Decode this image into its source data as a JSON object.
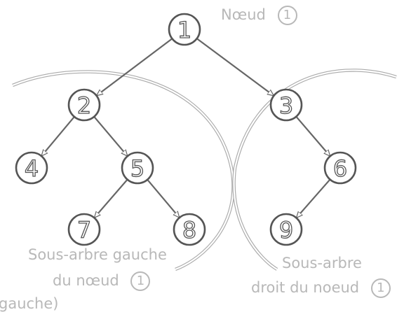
{
  "nodes": [
    {
      "id": "n1",
      "label": "1"
    },
    {
      "id": "n2",
      "label": "2"
    },
    {
      "id": "n3",
      "label": "3"
    },
    {
      "id": "n4",
      "label": "4"
    },
    {
      "id": "n5",
      "label": "5"
    },
    {
      "id": "n6",
      "label": "6"
    },
    {
      "id": "n7",
      "label": "7"
    },
    {
      "id": "n8",
      "label": "8"
    },
    {
      "id": "n9",
      "label": "9"
    }
  ],
  "edges": [
    [
      "1",
      "2"
    ],
    [
      "1",
      "3"
    ],
    [
      "2",
      "4"
    ],
    [
      "2",
      "5"
    ],
    [
      "3",
      "6"
    ],
    [
      "5",
      "7"
    ],
    [
      "5",
      "8"
    ],
    [
      "6",
      "9"
    ]
  ],
  "labels": {
    "root_text": "Nœud",
    "root_num": "1",
    "left_line1": "Sous-arbre gauche",
    "left_line2": "du nœud",
    "left_num": "1",
    "left_cut": "gauche)",
    "right_line1": "Sous-arbre",
    "right_line2": "droit du noeud",
    "right_num": "1"
  },
  "colors": {
    "node_stroke": "#555555",
    "edge": "#666666",
    "label": "#b8b8b8"
  }
}
